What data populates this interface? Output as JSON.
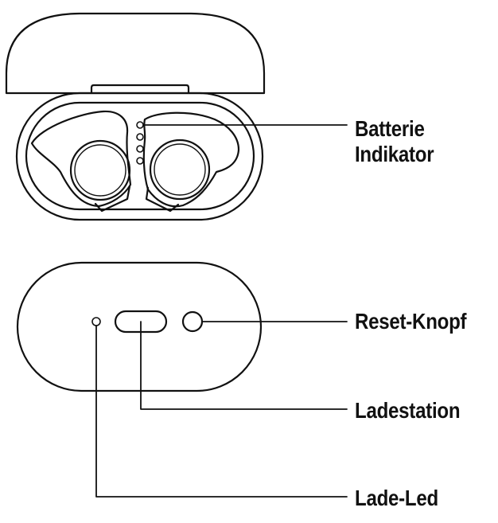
{
  "labels": {
    "battery_line1": "Batterie",
    "battery_line2": "Indikator",
    "reset": "Reset-Knopf",
    "dock": "Ladestation",
    "led": "Lade-Led"
  },
  "colors": {
    "stroke": "#111111",
    "background": "#ffffff"
  }
}
